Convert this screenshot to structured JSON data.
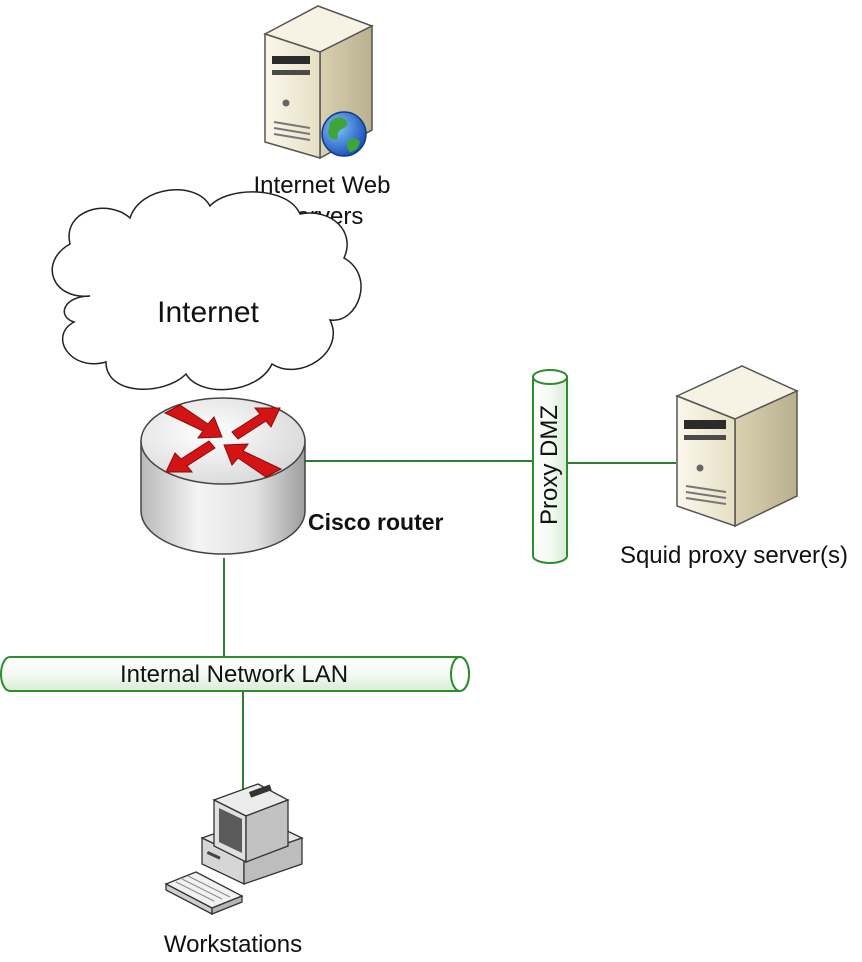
{
  "diagram": {
    "nodes": {
      "web_servers": {
        "label_line1": "Internet Web",
        "label_line2": "Servers",
        "icon": "server-globe-icon"
      },
      "internet": {
        "label": "Internet",
        "icon": "cloud-icon"
      },
      "router": {
        "label": "Cisco router",
        "icon": "router-icon"
      },
      "proxy_dmz": {
        "label": "Proxy DMZ",
        "icon": "network-segment-pipe"
      },
      "squid": {
        "label": "Squid proxy server(s)",
        "icon": "server-icon"
      },
      "lan": {
        "label": "Internal Network LAN",
        "icon": "network-segment-pipe"
      },
      "workstations": {
        "label": "Workstations",
        "icon": "workstation-icon"
      }
    },
    "connections": [
      {
        "from": "router",
        "to": "proxy_dmz"
      },
      {
        "from": "proxy_dmz",
        "to": "squid"
      },
      {
        "from": "router",
        "to": "lan"
      },
      {
        "from": "lan",
        "to": "workstations"
      }
    ],
    "colors": {
      "link": "#2e7d32",
      "pipe_outline": "#2e8b2e",
      "router_arrows": "#d41414",
      "server_body": "#f2edd9"
    }
  }
}
